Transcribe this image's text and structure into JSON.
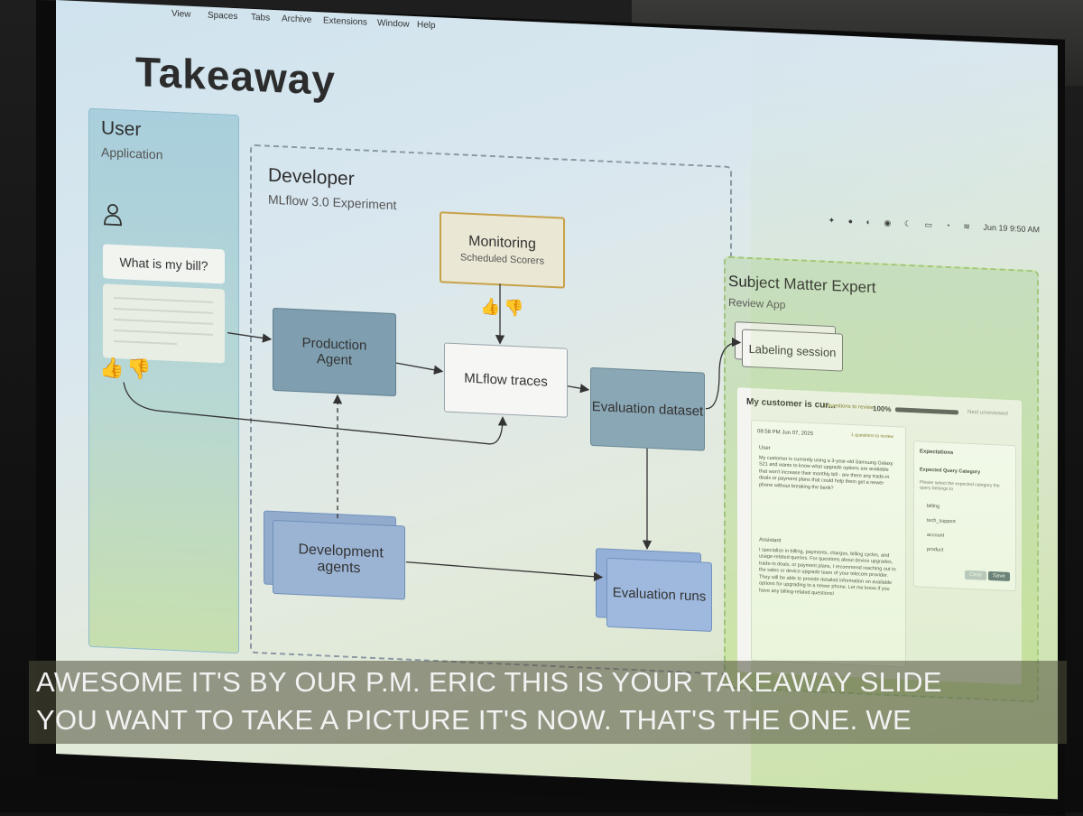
{
  "menubar": {
    "items": [
      "View",
      "Spaces",
      "Tabs",
      "Archive",
      "Extensions",
      "Window",
      "Help"
    ],
    "clock": "Jun 19 9:50 AM"
  },
  "slide": {
    "title": "Takeaway",
    "user_lane": {
      "title": "User",
      "subtitle": "Application",
      "question": "What is my bill?"
    },
    "developer_lane": {
      "title": "Developer",
      "subtitle": "MLflow 3.0 Experiment",
      "production_agent": "Production Agent",
      "mlflow_traces": "MLflow traces",
      "monitoring_title": "Monitoring",
      "monitoring_sub": "Scheduled Scorers",
      "evaluation_dataset": "Evaluation dataset",
      "development_agents": "Development agents",
      "evaluation_runs": "Evaluation runs"
    },
    "sme_lane": {
      "title": "Subject Matter Expert",
      "subtitle": "Review App",
      "labeling_session": "Labeling session",
      "review": {
        "header": "My customer is cur...",
        "badge": "1 questions to review",
        "progress_pct": "100%",
        "progress": 1.0,
        "next": "Next unreviewed",
        "timestamp": "08:58 PM  Jun 07, 2025",
        "user_label": "User",
        "user_msg": "My customer is currently using a 3-year-old Samsung Galaxy S21 and wants to know what upgrade options are available that won't increase their monthly bill - are there any trade-in deals or payment plans that could help them get a newer phone without breaking the bank?",
        "assistant_label": "Assistant",
        "assistant_msg": "I specialize in billing, payments, charges, billing cycles, and usage-related queries. For questions about device upgrades, trade-in deals, or payment plans, I recommend reaching out to the sales or device upgrade team of your telecom provider. They will be able to provide detailed information on available options for upgrading to a newer phone. Let me know if you have any billing-related questions!",
        "expectations_title": "Expectations",
        "expected_category": "Expected Query Category",
        "category_prompt": "Please select the expected category the query belongs to",
        "options": [
          "billing",
          "tech_support",
          "account",
          "product"
        ],
        "clear": "Clear",
        "save": "Save"
      }
    }
  },
  "captions": {
    "line1": "AWESOME IT'S BY OUR P.M. ERIC THIS IS YOUR TAKEAWAY SLIDE",
    "line2": "YOU WANT TO TAKE A PICTURE IT'S NOW. THAT'S THE ONE. WE"
  }
}
